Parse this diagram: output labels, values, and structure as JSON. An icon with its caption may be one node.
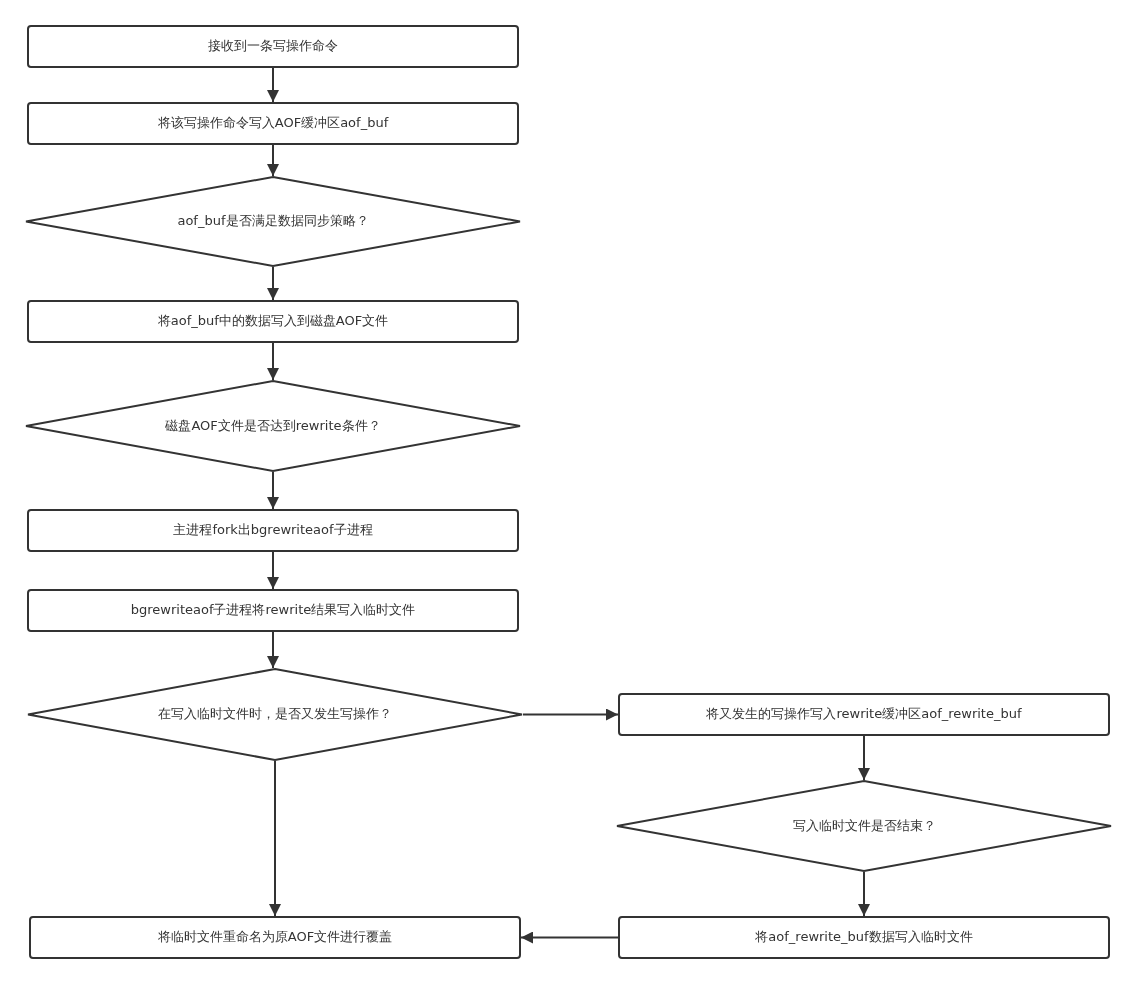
{
  "diagram": {
    "nodes": [
      {
        "text": [
          "接收到一条写操作命令"
        ]
      },
      {
        "text": [
          "将该写操作命令写入AOF缓冲区aof_buf"
        ]
      },
      {
        "text": [
          "aof_buf是否满足数据同步策略？"
        ]
      },
      {
        "text": [
          "将aof_buf中的数据写入到磁盘AOF文件"
        ]
      },
      {
        "text": [
          "磁盘AOF文件是否达到rewrite条件？"
        ]
      },
      {
        "text": [
          "主进程fork出bgrewriteaof子进程"
        ]
      },
      {
        "text": [
          "bgrewriteaof子进程将rewrite结果写入临时文件"
        ]
      },
      {
        "text": [
          "在写入临时文件时，是否又发生写操作？"
        ]
      },
      {
        "text": [
          "将又发生的写操作写入rewrite缓冲区aof_rewrite_buf"
        ]
      },
      {
        "text": [
          "写入临时文件是否结束？"
        ]
      },
      {
        "text": [
          "将临时文件重命名为原AOF文件进行覆盖"
        ]
      },
      {
        "text": [
          "将aof_rewrite_buf数据写入临时文件"
        ]
      }
    ],
    "edges": [
      {
        "from": 0,
        "to": 1,
        "arrow": "to"
      },
      {
        "from": 1,
        "to": 2,
        "arrow": "to"
      },
      {
        "from": 2,
        "to": 3,
        "arrow": "to"
      },
      {
        "from": 3,
        "to": 4,
        "arrow": "to"
      },
      {
        "from": 4,
        "to": 5,
        "arrow": "to"
      },
      {
        "from": 5,
        "to": 6,
        "arrow": "to"
      },
      {
        "from": 6,
        "to": 7,
        "arrow": "to"
      },
      {
        "from": 7,
        "to": 8,
        "arrow": "to"
      },
      {
        "from": 8,
        "to": 9,
        "arrow": "to"
      },
      {
        "from": 9,
        "to": 11,
        "arrow": "to"
      },
      {
        "from": 11,
        "to": 10,
        "arrow": "to"
      },
      {
        "from": 7,
        "to": 10,
        "arrow": "to"
      }
    ]
  }
}
